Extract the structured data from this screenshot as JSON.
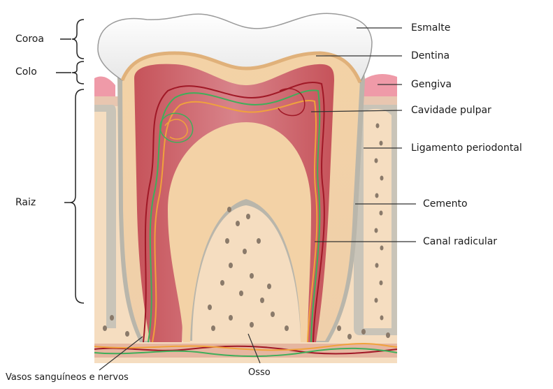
{
  "left_labels": {
    "crown": "Coroa",
    "neck": "Colo",
    "root": "Raiz"
  },
  "right_labels": {
    "enamel": "Esmalte",
    "dentin": "Dentina",
    "gum": "Gengiva",
    "pulp_cavity": "Cavidade pulpar",
    "periodontal_ligament": "Ligamento periodontal",
    "cementum": "Cemento",
    "root_canal": "Canal radicular"
  },
  "bottom_labels": {
    "vessels_nerves": "Vasos sanguíneos e nervos",
    "bone": "Osso"
  },
  "colors": {
    "enamel": "#f4f4f4",
    "dentin": "#f0cfa6",
    "pulp": "#c0474f",
    "gum": "#ef9aa8",
    "bone": "#f5ddc0",
    "ligament": "#b9b6ab",
    "nerve_green": "#3fae5a",
    "nerve_orange": "#f0a23c",
    "vessel_red": "#a01826"
  }
}
